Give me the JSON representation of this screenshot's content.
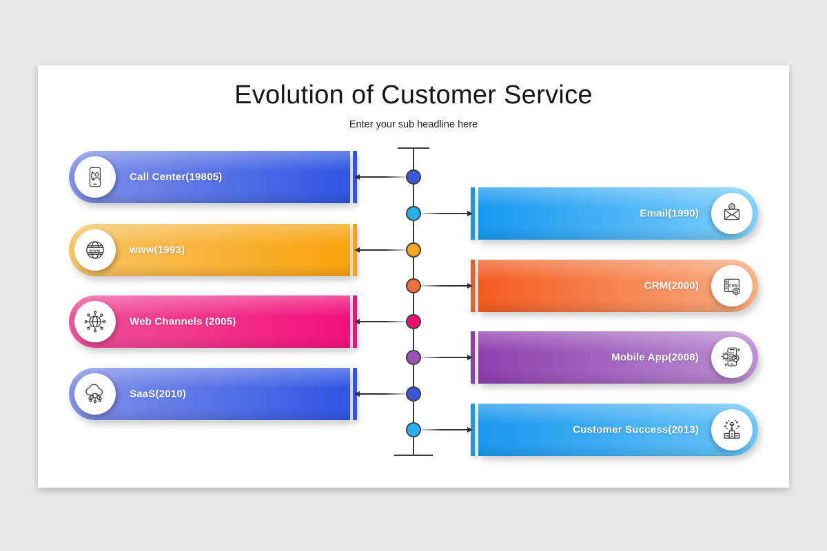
{
  "header": {
    "title": "Evolution of Customer Service",
    "subtitle": "Enter your sub headline here"
  },
  "timeline": {
    "line_color": "#3a3a3a",
    "rows": [
      {
        "label": "Call Center(19805)",
        "side": "left",
        "icon": "call-center-icon",
        "color_light": "#8292e8",
        "color_dark": "#2e55e4",
        "dot_color": "#3a57d7"
      },
      {
        "label": "Email(1990)",
        "side": "right",
        "icon": "email-icon",
        "color_light": "#7fd0fa",
        "color_dark": "#1697f0",
        "dot_color": "#28b1ef"
      },
      {
        "label": "www(1993)",
        "side": "left",
        "icon": "www-icon",
        "color_light": "#f7c466",
        "color_dark": "#f9a30d",
        "dot_color": "#f9a620"
      },
      {
        "label": "CRM(2000)",
        "side": "right",
        "icon": "crm-icon",
        "color_light": "#f9ad80",
        "color_dark": "#f35b21",
        "dot_color": "#f26f3c"
      },
      {
        "label": "Web Channels (2005)",
        "side": "left",
        "icon": "web-channels-icon",
        "color_light": "#f0549b",
        "color_dark": "#f3107c",
        "dot_color": "#ee0e6e"
      },
      {
        "label": "Mobile App(2008)",
        "side": "right",
        "icon": "mobile-app-icon",
        "color_light": "#bc90d2",
        "color_dark": "#8e3fae",
        "dot_color": "#9a52b5"
      },
      {
        "label": "SaaS(2010)",
        "side": "left",
        "icon": "saas-icon",
        "color_light": "#8292e8",
        "color_dark": "#2e55e4",
        "dot_color": "#3a57d7"
      },
      {
        "label": "Customer Success(2013)",
        "side": "right",
        "icon": "customer-success-icon",
        "color_light": "#6ac6f8",
        "color_dark": "#1b97ee",
        "dot_color": "#28b1ef"
      }
    ]
  },
  "colors": {
    "page_background": "#e8e8e8",
    "canvas_background": "#ffffff",
    "bar_text": "#ffffff",
    "icon_stroke": "#3a3a3a"
  }
}
